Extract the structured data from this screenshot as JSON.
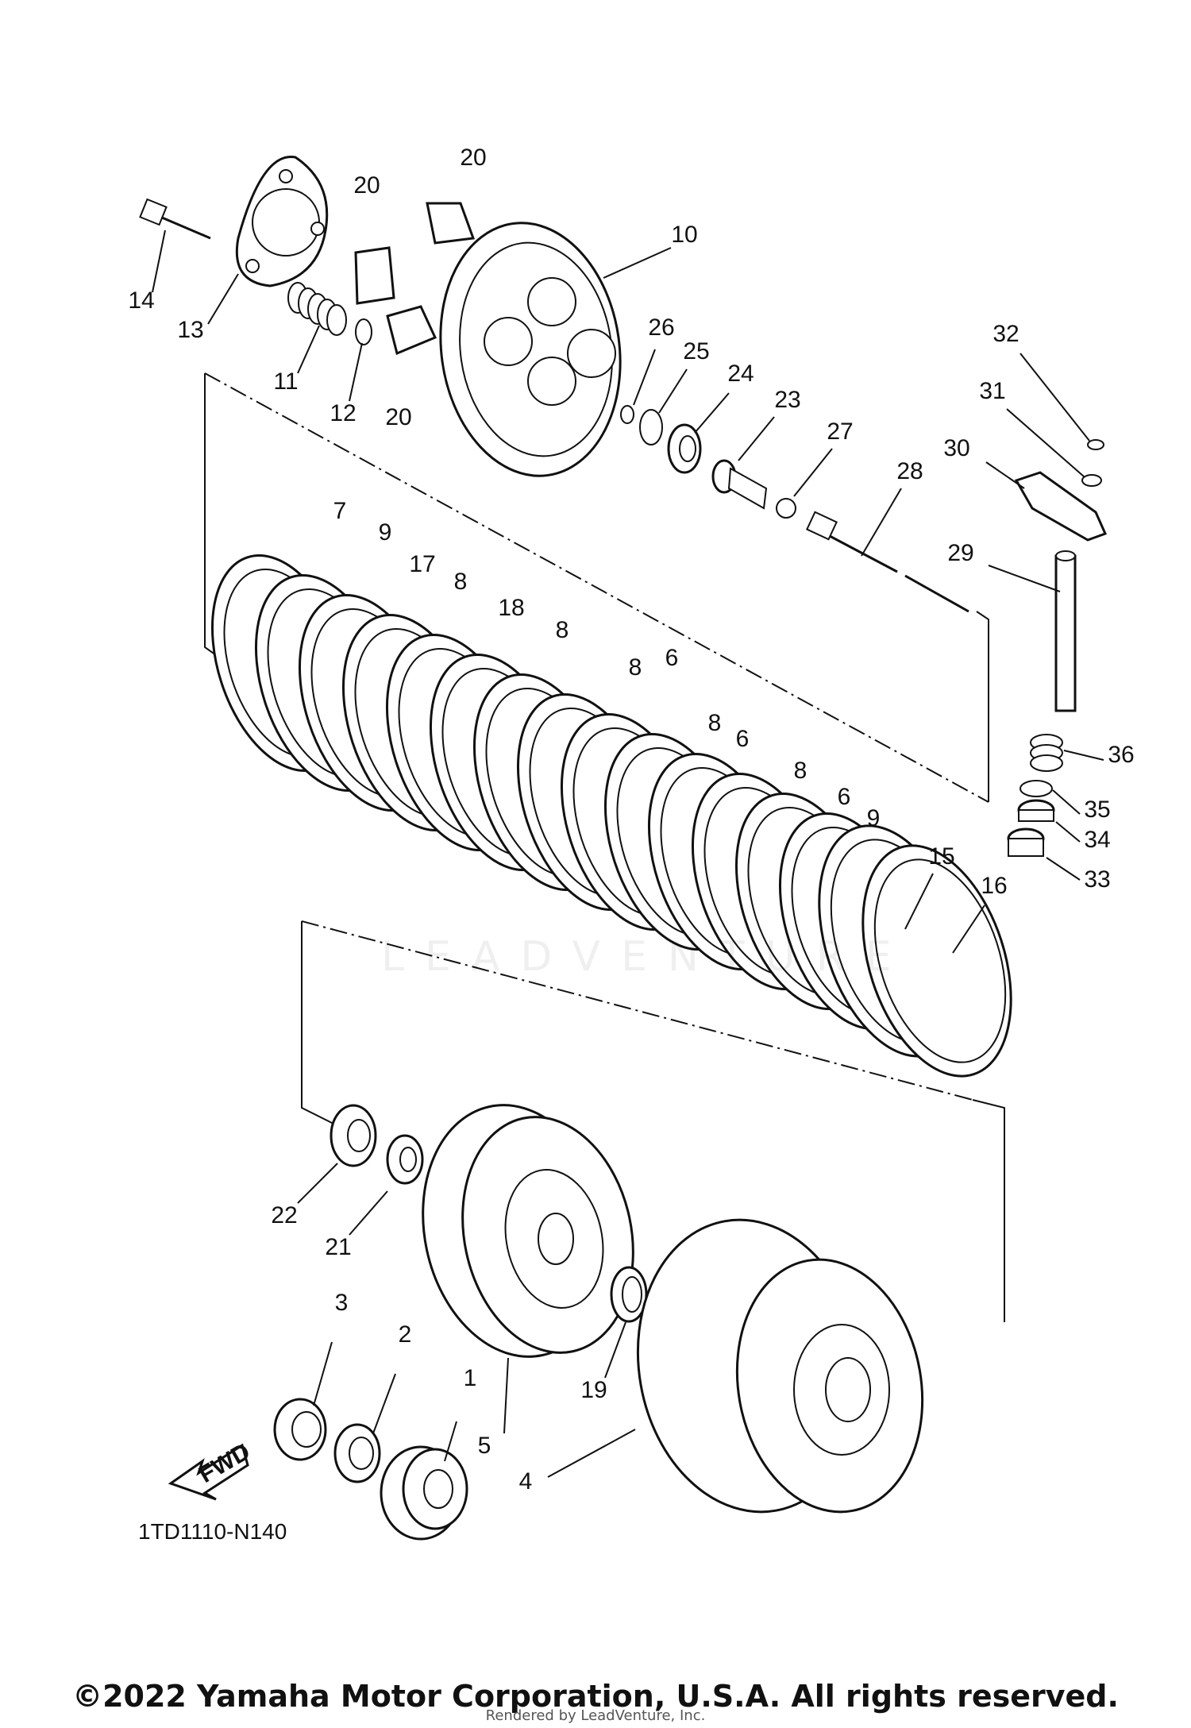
{
  "diagram": {
    "code": "1TD1110-N140",
    "fwd_label": "FWD",
    "watermark": "LEADVENTURE",
    "copyright": "©2022 Yamaha Motor Corporation, U.S.A. All rights reserved.",
    "rendered_by": "Rendered by LeadVenture, Inc."
  },
  "callouts": [
    {
      "number": "1",
      "part": "gear-primary-driven"
    },
    {
      "number": "2",
      "part": "washer"
    },
    {
      "number": "3",
      "part": "spacer"
    },
    {
      "number": "4",
      "part": "clutch-housing"
    },
    {
      "number": "5",
      "part": "clutch-boss"
    },
    {
      "number": "6",
      "part": "friction-plate"
    },
    {
      "number": "7",
      "part": "friction-plate"
    },
    {
      "number": "8",
      "part": "clutch-plate"
    },
    {
      "number": "9",
      "part": "clutch-plate"
    },
    {
      "number": "10",
      "part": "pressure-plate"
    },
    {
      "number": "11",
      "part": "clutch-spring"
    },
    {
      "number": "12",
      "part": "washer"
    },
    {
      "number": "13",
      "part": "spring-holder"
    },
    {
      "number": "14",
      "part": "bolt"
    },
    {
      "number": "15",
      "part": "spring-seat"
    },
    {
      "number": "16",
      "part": "cushion-spring"
    },
    {
      "number": "17",
      "part": "friction-plate"
    },
    {
      "number": "18",
      "part": "friction-plate"
    },
    {
      "number": "19",
      "part": "bearing"
    },
    {
      "number": "20",
      "part": "weight"
    },
    {
      "number": "21",
      "part": "lock-washer"
    },
    {
      "number": "22",
      "part": "nut"
    },
    {
      "number": "23",
      "part": "push-rod"
    },
    {
      "number": "24",
      "part": "bearing"
    },
    {
      "number": "25",
      "part": "washer"
    },
    {
      "number": "26",
      "part": "circlip"
    },
    {
      "number": "27",
      "part": "ball"
    },
    {
      "number": "28",
      "part": "push-rod"
    },
    {
      "number": "29",
      "part": "push-lever-shaft"
    },
    {
      "number": "30",
      "part": "push-lever"
    },
    {
      "number": "31",
      "part": "washer"
    },
    {
      "number": "32",
      "part": "circlip"
    },
    {
      "number": "33",
      "part": "bearing"
    },
    {
      "number": "34",
      "part": "oil-seal"
    },
    {
      "number": "35",
      "part": "circlip"
    },
    {
      "number": "36",
      "part": "spring"
    }
  ]
}
